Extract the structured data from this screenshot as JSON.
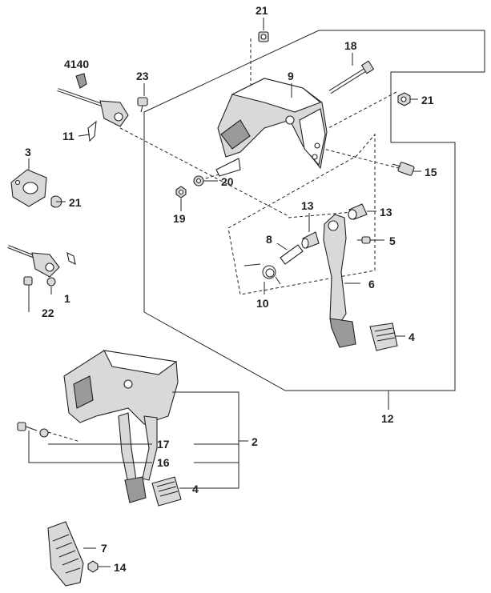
{
  "diagram": {
    "callouts": {
      "c21_top": "21",
      "c18": "18",
      "c4140": "4140",
      "c23": "23",
      "c9": "9",
      "c21_right": "21",
      "c11": "11",
      "c3": "3",
      "c15": "15",
      "c21_left": "21",
      "c20": "20",
      "c19": "19",
      "c13_left": "13",
      "c13_right": "13",
      "c8": "8",
      "c5": "5",
      "c1": "1",
      "c22": "22",
      "c6": "6",
      "c10": "10",
      "c4_upper": "4",
      "c12": "12",
      "c17": "17",
      "c2": "2",
      "c16": "16",
      "c4_lower": "4",
      "c7": "7",
      "c14": "14"
    }
  }
}
